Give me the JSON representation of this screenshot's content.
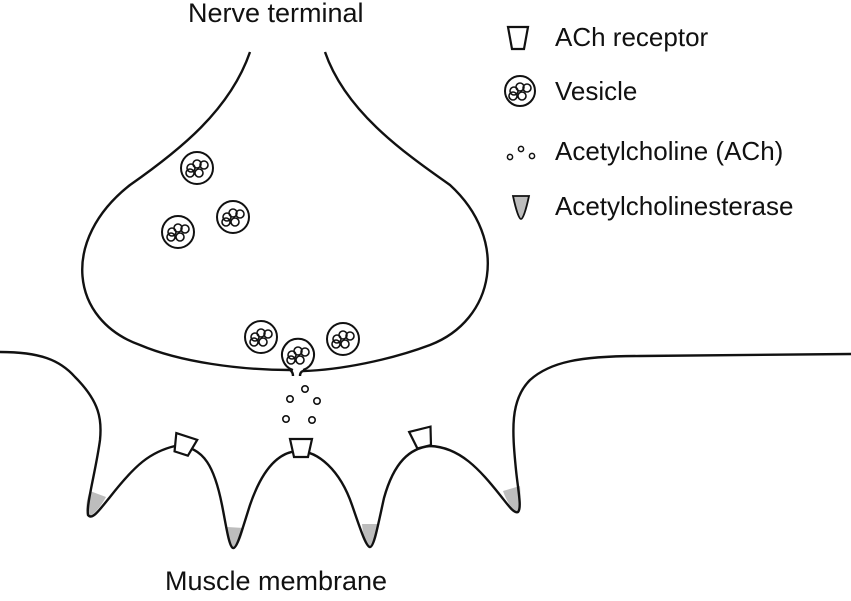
{
  "labels": {
    "top": "Nerve terminal",
    "bottom": "Muscle membrane"
  },
  "legend": [
    {
      "icon": "ach-receptor-icon",
      "label": "ACh receptor"
    },
    {
      "icon": "vesicle-icon",
      "label": "Vesicle"
    },
    {
      "icon": "acetylcholine-icon",
      "label": "Acetylcholine (ACh)"
    },
    {
      "icon": "acetylcholinesterase-icon",
      "label": "Acetylcholinesterase"
    }
  ],
  "colors": {
    "stroke": "#111111",
    "enzyme_fill": "#bdbdbd",
    "background": "#ffffff"
  },
  "counts": {
    "vesicles": 6,
    "ach_molecules_released": 5,
    "ach_receptors": 3,
    "acetylcholinesterase_sites": 4
  }
}
